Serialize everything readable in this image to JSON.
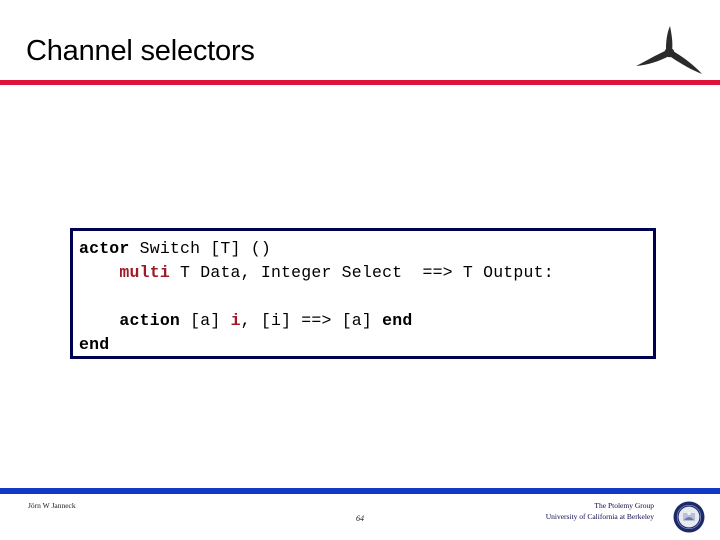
{
  "slide": {
    "title": "Channel selectors",
    "page_number": "64",
    "accent_rule_color": "#dc143c",
    "footer_rule_color": "#1338c4",
    "code_border_color": "#000050",
    "keyword_color": "#000000",
    "keyword_highlight_color": "#9e1a28"
  },
  "header": {
    "logo_name": "propeller-logo"
  },
  "code": {
    "lines": [
      {
        "id": "line-1",
        "tokens": [
          {
            "text": "actor",
            "style": "kw"
          },
          {
            "text": " Switch [T] ()",
            "style": "plain"
          }
        ]
      },
      {
        "id": "line-2",
        "tokens": [
          {
            "text": "    ",
            "style": "plain"
          },
          {
            "text": "multi",
            "style": "kw-red"
          },
          {
            "text": " T Data, Integer Select  ==> T Output:",
            "style": "plain"
          }
        ]
      },
      {
        "id": "line-3",
        "tokens": [
          {
            "text": "",
            "style": "plain"
          }
        ]
      },
      {
        "id": "line-4",
        "tokens": [
          {
            "text": "    ",
            "style": "plain"
          },
          {
            "text": "action",
            "style": "kw"
          },
          {
            "text": " [a] ",
            "style": "plain"
          },
          {
            "text": "i",
            "style": "kw-red"
          },
          {
            "text": ", [i] ==> [a] ",
            "style": "plain"
          },
          {
            "text": "end",
            "style": "kw"
          }
        ]
      },
      {
        "id": "line-5",
        "tokens": [
          {
            "text": "end",
            "style": "kw"
          }
        ]
      }
    ]
  },
  "footer": {
    "author": "Jörn W Janneck",
    "org_line_1": "The Ptolemy Group",
    "org_line_2": "University of California at Berkeley",
    "seal_name": "uc-berkeley-seal"
  }
}
